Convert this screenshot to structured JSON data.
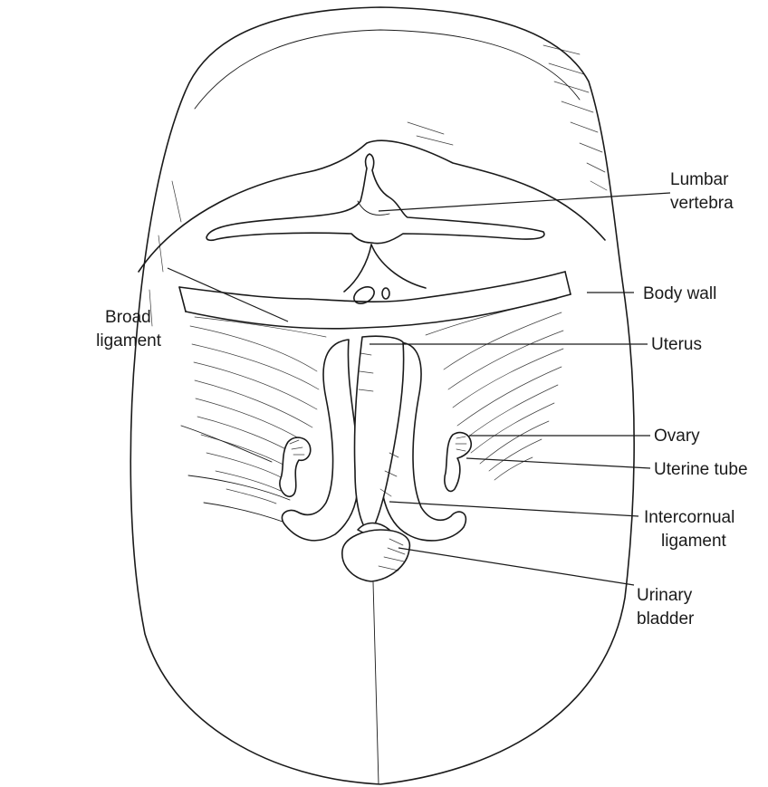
{
  "labels": {
    "lumbar_vertebra": [
      "Lumbar",
      "vertebra"
    ],
    "body_wall": "Body wall",
    "broad_ligament": [
      "Broad",
      "ligament"
    ],
    "uterus": "Uterus",
    "ovary": "Ovary",
    "uterine_tube": "Uterine tube",
    "intercornual_ligament": [
      "Intercornual",
      "ligament"
    ],
    "urinary_bladder": [
      "Urinary",
      "bladder"
    ]
  },
  "colors": {
    "ink": "#1a1a1a",
    "background": "#ffffff"
  }
}
